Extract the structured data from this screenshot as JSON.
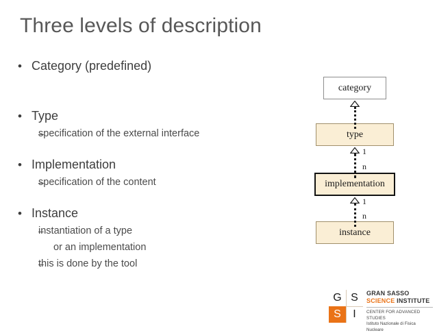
{
  "slide": {
    "title": "Three levels of description"
  },
  "bullets": [
    {
      "marker": "•",
      "label": "Category (predefined)",
      "subs": []
    },
    {
      "marker": "•",
      "label": "Type",
      "subs": [
        {
          "marker": "–",
          "text": "specification of the external interface"
        }
      ]
    },
    {
      "marker": "•",
      "label": "Implementation",
      "subs": [
        {
          "marker": "–",
          "text": "specification of the content"
        }
      ]
    },
    {
      "marker": "•",
      "label": "Instance",
      "subs": [
        {
          "marker": "–",
          "text": "instantiation of a type"
        },
        {
          "marker": "",
          "text": "or an implementation"
        },
        {
          "marker": "–",
          "text": "this is done by the tool"
        }
      ]
    }
  ],
  "diagram": {
    "boxes": [
      {
        "id": "category",
        "label": "category",
        "fill": "#ffffff",
        "border": "#8d8d8d"
      },
      {
        "id": "type",
        "label": "type",
        "fill": "#faeed5",
        "border": "#a08f6a"
      },
      {
        "id": "implementation",
        "label": "implementation",
        "fill": "#faeed5",
        "border": "#121212"
      },
      {
        "id": "instance",
        "label": "instance",
        "fill": "#faeed5",
        "border": "#a08f6a"
      }
    ],
    "connectors": [
      {
        "from": "type",
        "to": "category",
        "style": "dashed-hollow-triangle",
        "source_mult": "",
        "target_mult": ""
      },
      {
        "from": "implementation",
        "to": "type",
        "style": "dashed-hollow-triangle",
        "target_mult": "1",
        "source_mult": "n"
      },
      {
        "from": "instance",
        "to": "implementation",
        "style": "dashed-hollow-triangle",
        "target_mult": "1",
        "source_mult": "n"
      }
    ],
    "multiplicities": {
      "one": "1",
      "many": "n"
    }
  },
  "logo": {
    "cells": {
      "g": "G",
      "s_top": "S",
      "s_bottom": "S",
      "i": "I"
    },
    "line1": "GRAN SASSO",
    "line2_accent": "SCIENCE",
    "line2_rest": " INSTITUTE",
    "line3": "CENTER FOR ADVANCED STUDIES",
    "line4": "Istituto Nazionale di Fisica Nucleare",
    "accent_color": "#ea7317"
  }
}
